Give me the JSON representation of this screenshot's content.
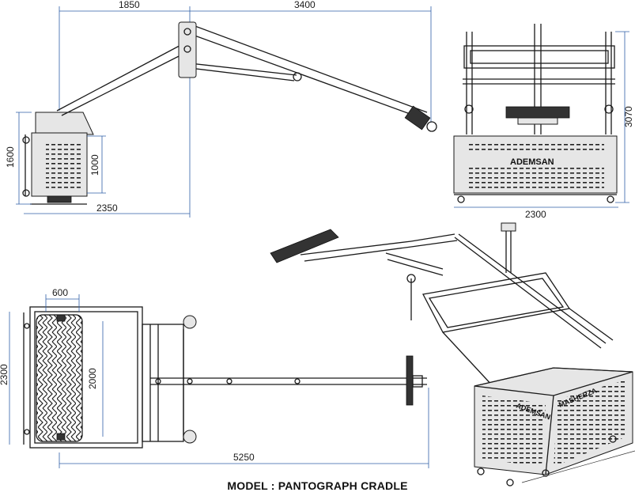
{
  "caption": "MODEL : PANTOGRAPH CRADLE",
  "brand_label": "ADEMSAN",
  "brand_label_2": "MASHERZA",
  "dimensions": {
    "side_top_left": "1850",
    "side_top_right": "3400",
    "side_height_total": "1600",
    "side_height_box": "1000",
    "side_bottom": "2350",
    "front_height": "3070",
    "front_width": "2300",
    "plan_top": "600",
    "plan_left": "2300",
    "plan_inner": "2000",
    "plan_bottom": "5250"
  },
  "colors": {
    "line": "#1a1a1a",
    "dimension": "#2f5fa8",
    "fill": "#e6e6e6"
  }
}
